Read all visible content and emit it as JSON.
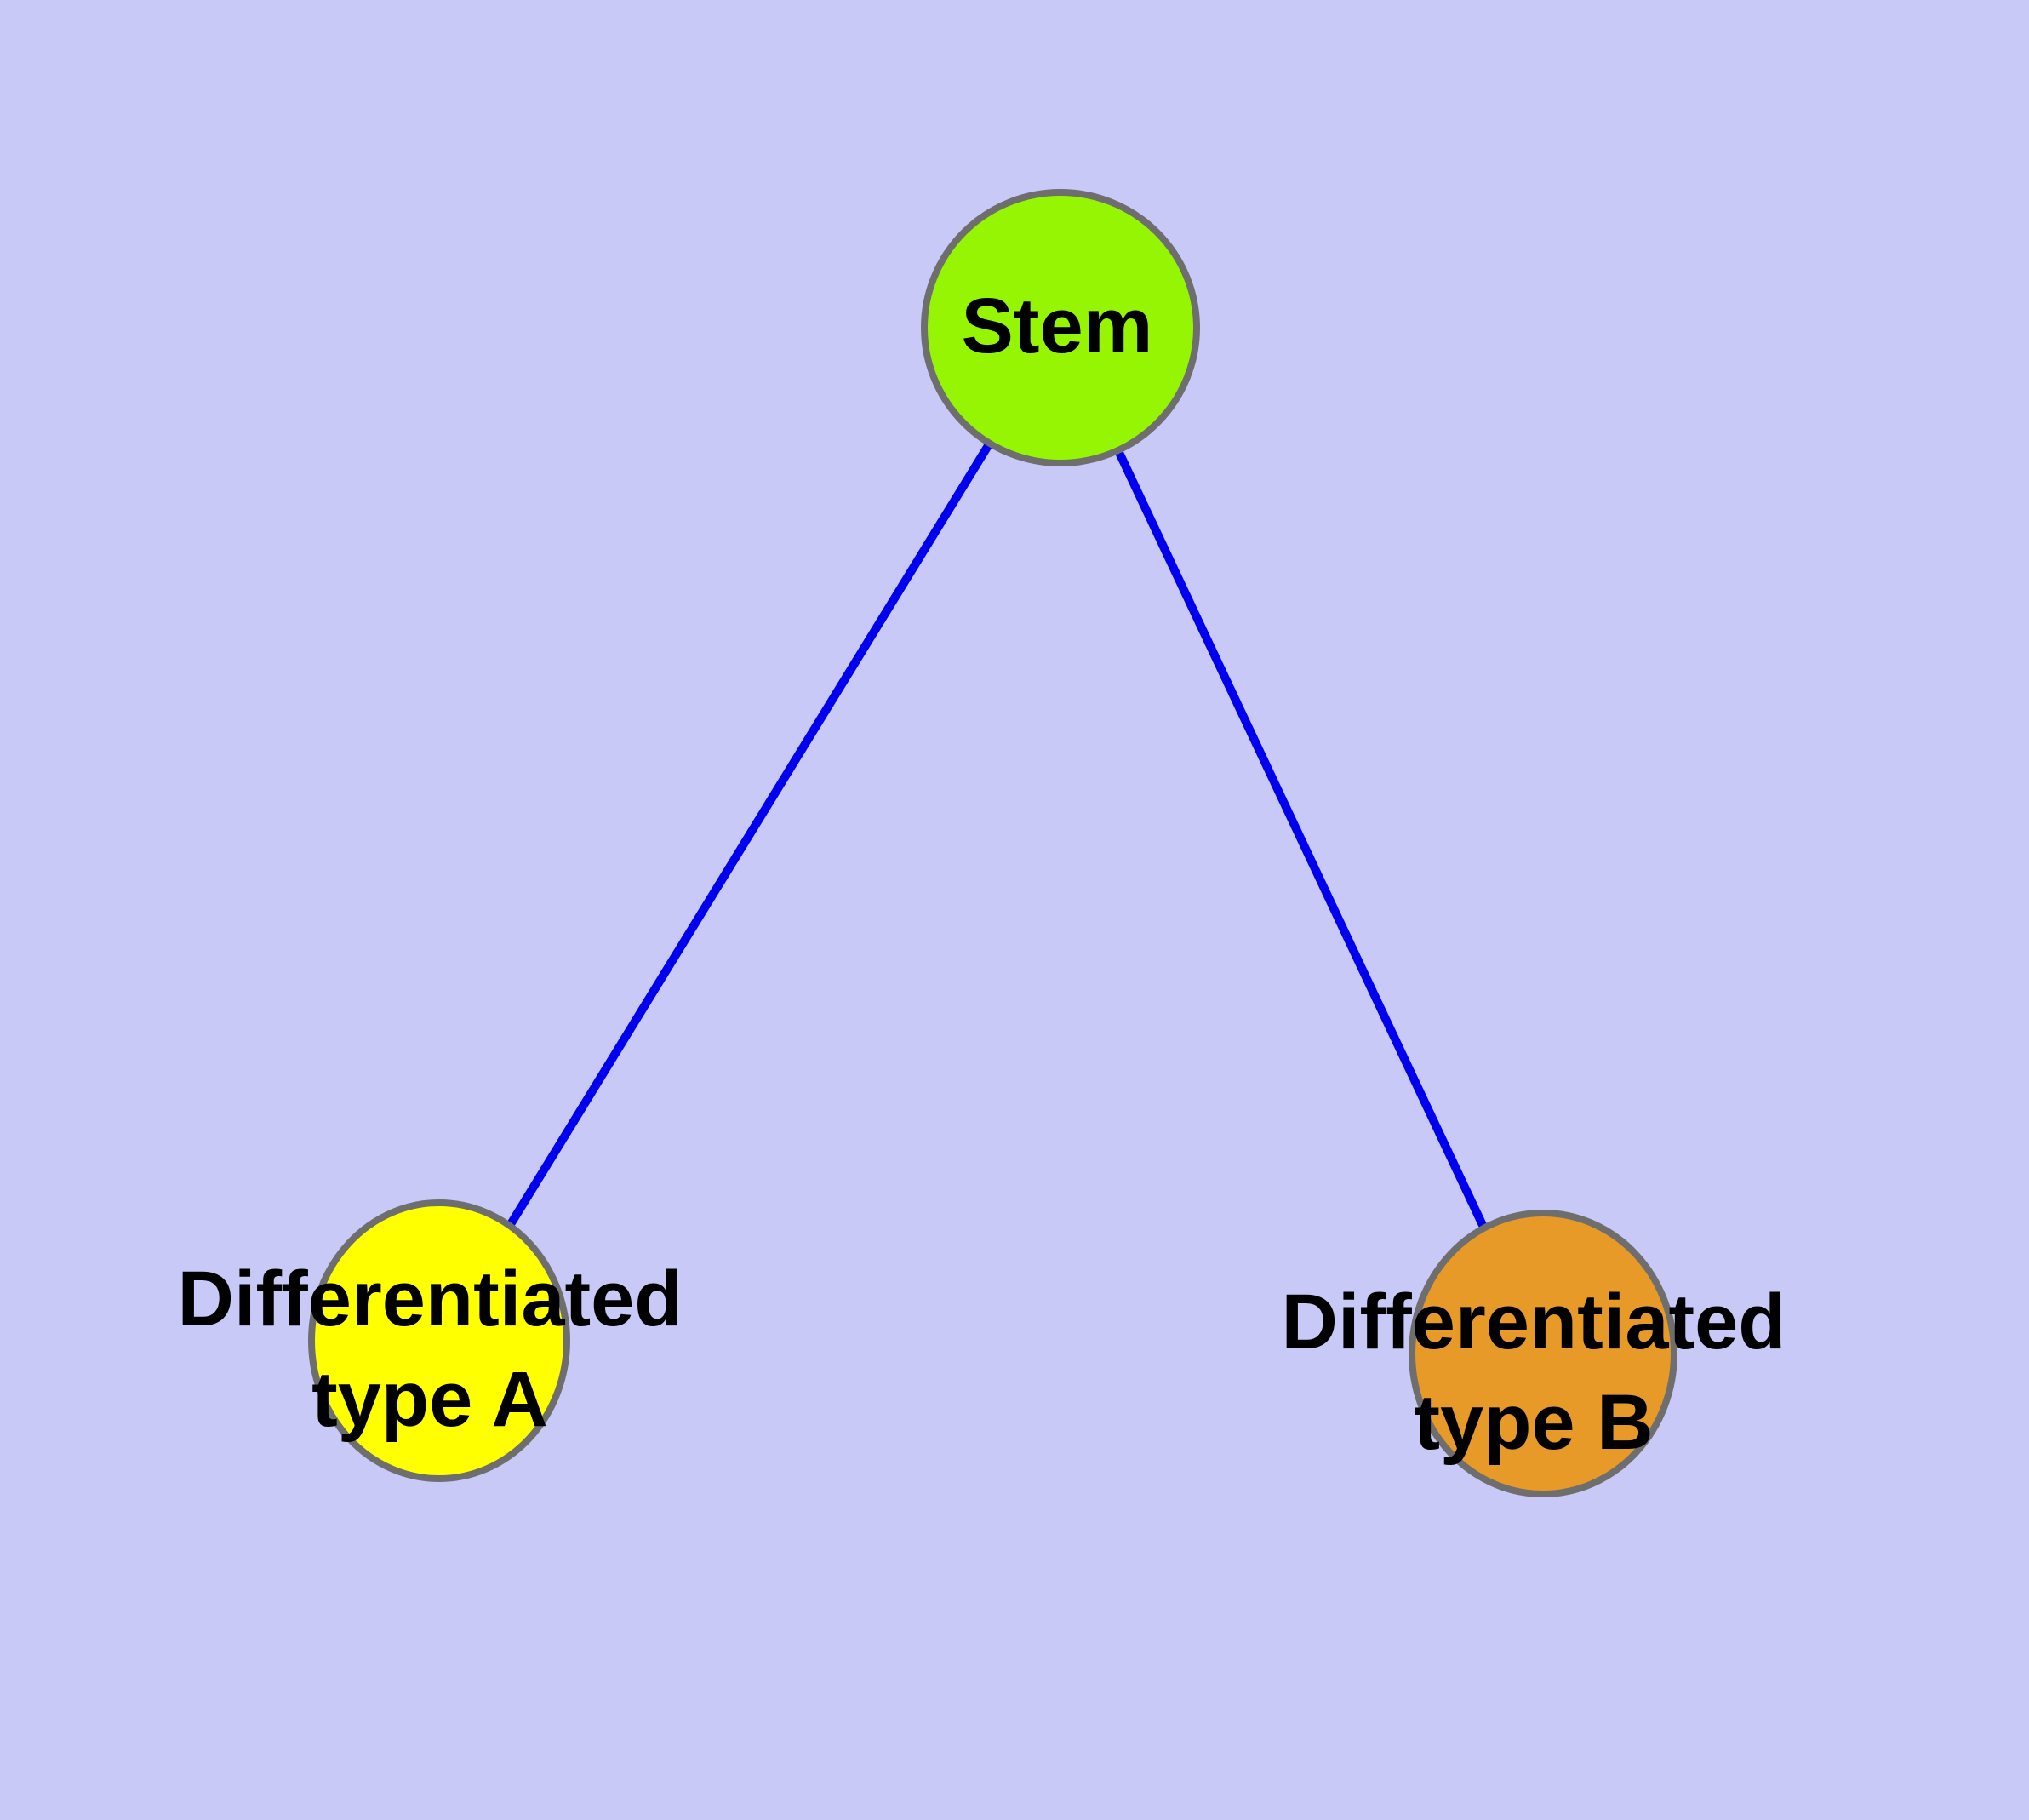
{
  "diagram": {
    "type": "graph",
    "background_color": "#C9C9F7",
    "edge_color": "#0000EE",
    "node_border_color": "#6E6E6E",
    "label_color": "#000000",
    "nodes": [
      {
        "id": "stem",
        "label": "Stem",
        "color": "#96F502"
      },
      {
        "id": "type-a",
        "label": "Differentiated\ntype A",
        "color": "#FFFF00"
      },
      {
        "id": "type-b",
        "label": "Differentiated\ntype B",
        "color": "#E79A28"
      }
    ],
    "edges": [
      {
        "from": "stem",
        "to": "type-a"
      },
      {
        "from": "stem",
        "to": "type-b"
      }
    ]
  }
}
